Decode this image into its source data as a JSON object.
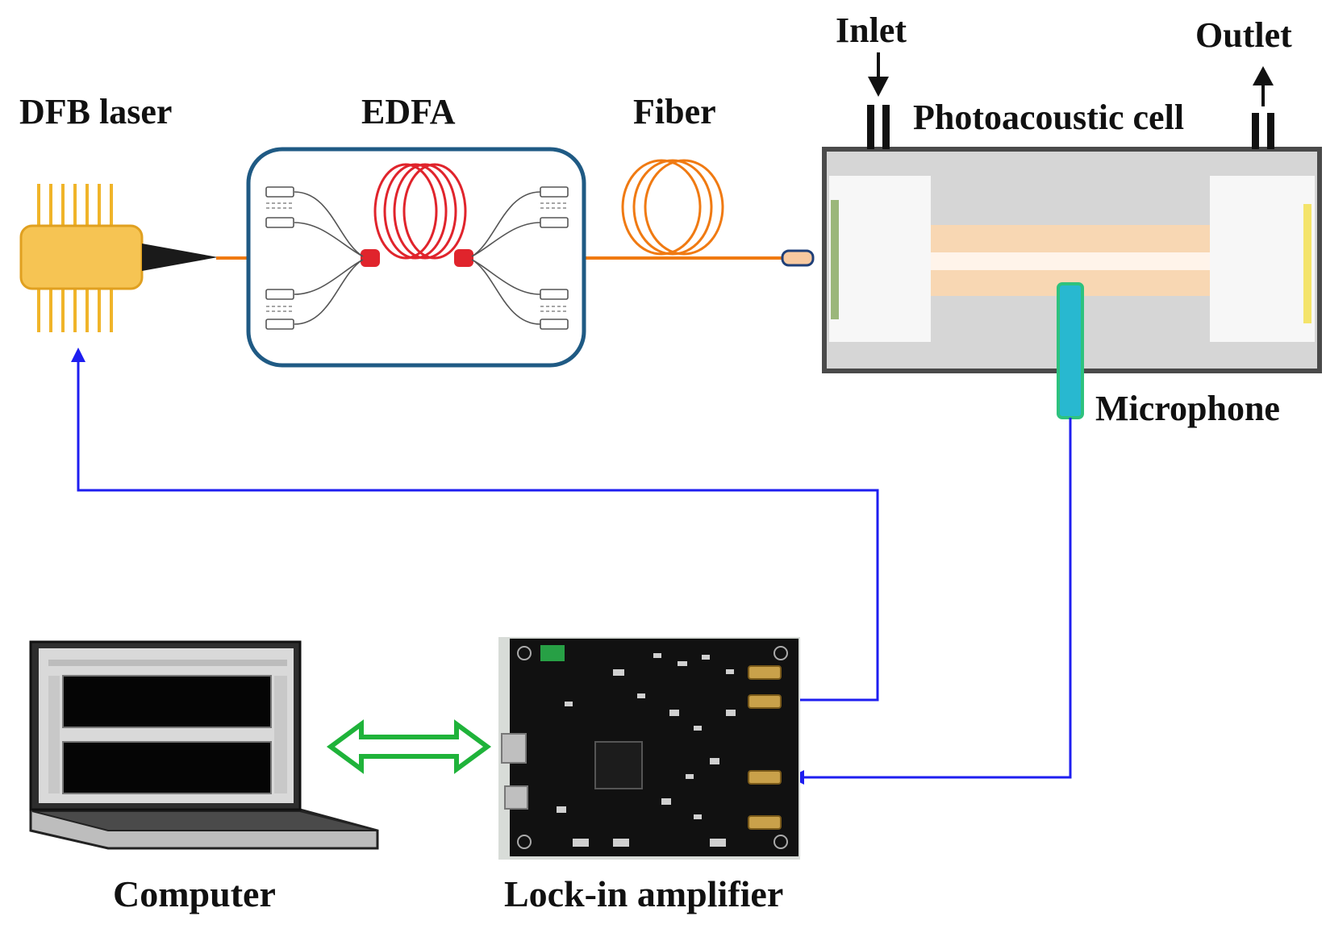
{
  "labels": {
    "dfb_laser": "DFB laser",
    "edfa": "EDFA",
    "fiber": "Fiber",
    "photoacoustic_cell": "Photoacoustic cell",
    "inlet": "Inlet",
    "outlet": "Outlet",
    "microphone": "Microphone",
    "computer": "Computer",
    "lock_in_amplifier": "Lock-in amplifier"
  },
  "colors": {
    "laser_body": "#f6c453",
    "laser_pins": "#f0b429",
    "edfa_border": "#1f5a84",
    "edfa_coil": "#e0242c",
    "fiber_line": "#f07a12",
    "fiber_coil": "#f07a12",
    "cell_frame": "#4a4a4a",
    "cell_inner": "#d6d6d6",
    "beam": "#f8d7b3",
    "microphone": "#28b8d0",
    "microphone_border": "#2ec27e",
    "signal_line": "#1e1ef0",
    "data_link": "#1fb33a",
    "pcb": "#111111"
  }
}
